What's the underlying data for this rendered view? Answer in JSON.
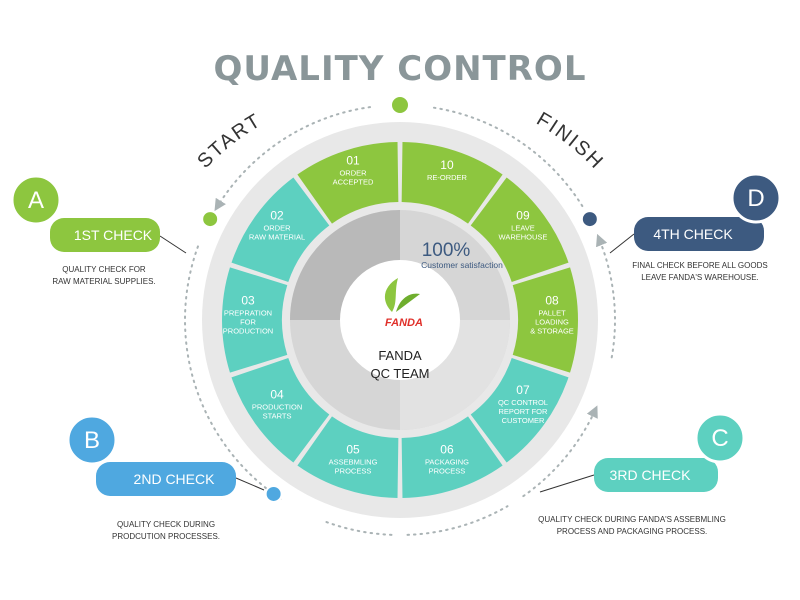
{
  "title": "QUALITY CONTROL",
  "start_label": "START",
  "finish_label": "FINISH",
  "center": {
    "percent": "100%",
    "percent_caption": "Customer satisfaction",
    "logo_text": "FANDA",
    "team_line1": "FANDA",
    "team_line2": "QC TEAM"
  },
  "steps": [
    {
      "num": "01",
      "lines": [
        "ORDER",
        "ACCEPTED"
      ],
      "color": "#8DC63F"
    },
    {
      "num": "02",
      "lines": [
        "ORDER",
        "RAW MATERIAL"
      ],
      "color": "#5DD0C0"
    },
    {
      "num": "03",
      "lines": [
        "PREPRATION",
        "FOR",
        "PRODUCTION"
      ],
      "color": "#5DD0C0"
    },
    {
      "num": "04",
      "lines": [
        "PRODUCTION",
        "STARTS"
      ],
      "color": "#5DD0C0"
    },
    {
      "num": "05",
      "lines": [
        "ASSEBMLING",
        "PROCESS"
      ],
      "color": "#5DD0C0"
    },
    {
      "num": "06",
      "lines": [
        "PACKAGING",
        "PROCESS"
      ],
      "color": "#5DD0C0"
    },
    {
      "num": "07",
      "lines": [
        "QC CONTROL",
        "REPORT FOR",
        "CUSTOMER"
      ],
      "color": "#5DD0C0"
    },
    {
      "num": "08",
      "lines": [
        "PALLET",
        "LOADING",
        "& STORAGE"
      ],
      "color": "#8DC63F"
    },
    {
      "num": "09",
      "lines": [
        "LEAVE",
        "WAREHOUSE"
      ],
      "color": "#8DC63F"
    },
    {
      "num": "10",
      "lines": [
        "RE-ORDER"
      ],
      "color": "#8DC63F"
    }
  ],
  "checks": [
    {
      "letter": "A",
      "label": "1ST CHECK",
      "color": "#8DC63F",
      "note_lines": [
        "QUALITY CHECK FOR",
        "RAW MATERIAL SUPPLIES."
      ]
    },
    {
      "letter": "B",
      "label": "2ND CHECK",
      "color": "#4FA8E0",
      "note_lines": [
        "QUALITY CHECK DURING",
        "PRODCUTION PROCESSES."
      ]
    },
    {
      "letter": "C",
      "label": "3RD CHECK",
      "color": "#5DD0C0",
      "note_lines": [
        "QUALITY CHECK DURING FANDA'S ASSEBMLING",
        "PROCESS AND PACKAGING PROCESS."
      ]
    },
    {
      "letter": "D",
      "label": "4TH CHECK",
      "color": "#3D5A80",
      "note_lines": [
        "FINAL CHECK BEFORE ALL GOODS",
        "LEAVE FANDA'S WAREHOUSE."
      ]
    }
  ],
  "colors": {
    "title": "#8A9699",
    "outer_ring": "#E8E8E8",
    "inner_ring": "#D6D6D6",
    "dash": "#AAB3B5",
    "percent_text": "#3D5A80",
    "logo_red": "#E0312B",
    "logo_green": "#8DC63F"
  }
}
